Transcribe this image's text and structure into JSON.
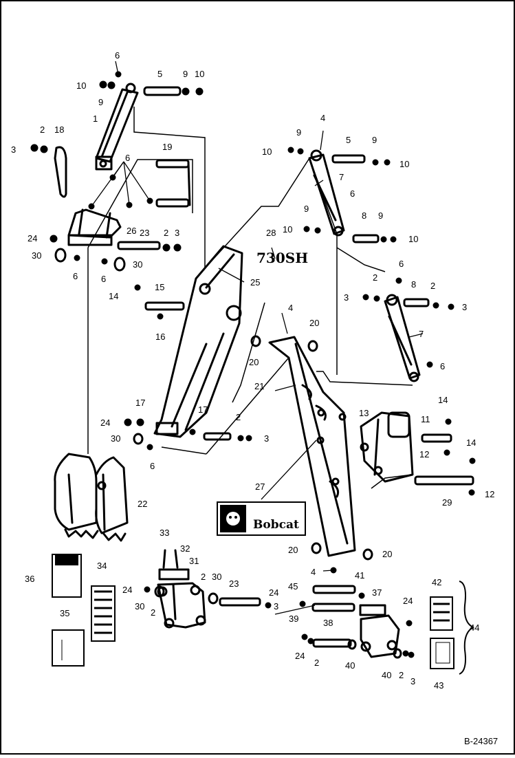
{
  "diagram": {
    "figure_id": "B-24367",
    "model_label": "730SH",
    "logo_text": "Bobcat",
    "callouts": [
      "1",
      "2",
      "3",
      "4",
      "5",
      "6",
      "7",
      "8",
      "9",
      "10",
      "11",
      "12",
      "13",
      "14",
      "15",
      "16",
      "17",
      "18",
      "19",
      "20",
      "21",
      "22",
      "23",
      "24",
      "25",
      "26",
      "27",
      "28",
      "29",
      "30",
      "31",
      "32",
      "33",
      "34",
      "35",
      "36",
      "37",
      "38",
      "39",
      "40",
      "41",
      "42",
      "43",
      "44",
      "45"
    ]
  }
}
